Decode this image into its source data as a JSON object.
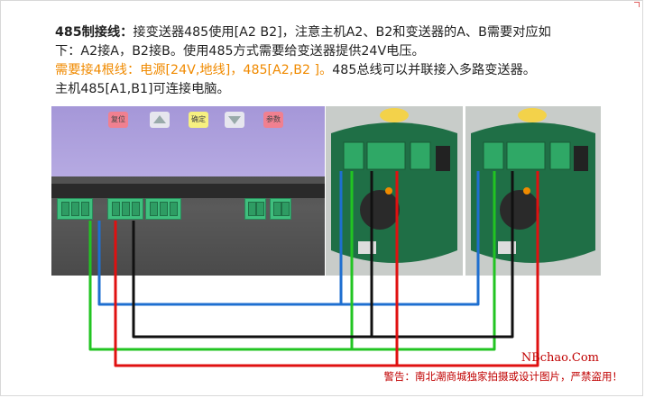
{
  "content": {
    "line1_bold": "485制接线：",
    "line1_rest": "接变送器485使用[A2 B2]，注意主机A2、B2和变送器的A、B需要对应如",
    "line2": "下：A2接A，B2接B。使用485方式需要给变送器提供24V电压。",
    "line3_orange": "需要接4根线：电源[24V,地线]，485[A2,B2 ]。",
    "line3_rest": "485总线可以并联接入多路变送器。",
    "line4": "主机485[A1,B1]可连接电脑。"
  },
  "controller": {
    "keys": [
      "复位",
      "",
      "确定",
      "",
      "参数"
    ]
  },
  "watermark": {
    "site": "NBchao.Com",
    "warning": "警告：南北潮商城独家拍摄或设计图片，严禁盗用！"
  },
  "colors": {
    "wire_blue": "#1e6fd0",
    "wire_green": "#22c422",
    "wire_black": "#111111",
    "wire_red": "#e01010",
    "warning_red": "#c00000",
    "orange": "#f08a00"
  }
}
